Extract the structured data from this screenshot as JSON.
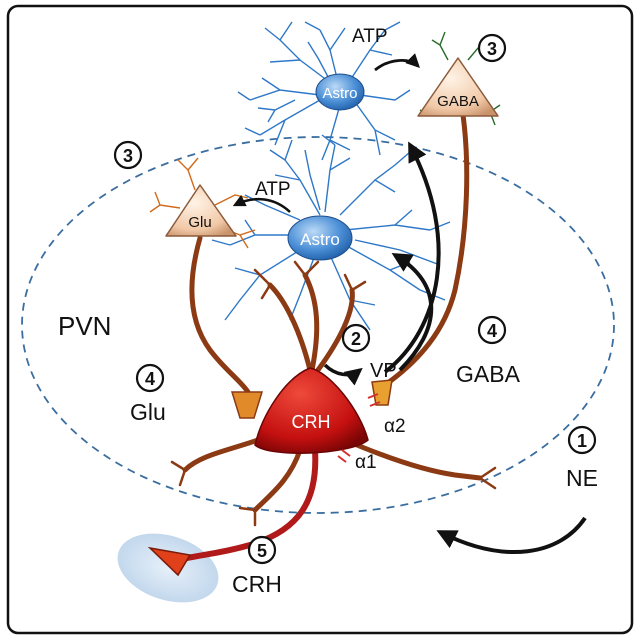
{
  "colors": {
    "border": "#111111",
    "ellipse": "#3a6ea0",
    "dendrite": "#8b3a14",
    "astro_branch": "#2e78c8",
    "astro_body": "#4b8fd6",
    "crh_body": "#c41010",
    "gaba_body": "#f3cfb4",
    "glu_body": "#f3cfb4",
    "terminal": "#e08a2a",
    "receptor": "#d43030",
    "arrow": "#111111",
    "axon_crh": "#b01a1a",
    "median_eminence": "#cfe0f0"
  },
  "labels": {
    "region": "PVN",
    "astro_top": "Astro",
    "astro_mid": "Astro",
    "gaba_cell": "GABA",
    "glu_cell": "Glu",
    "crh_cell": "CRH",
    "atp_top": "ATP",
    "atp_mid": "ATP",
    "vp": "VP",
    "gaba_label": "GABA",
    "glu_label": "Glu",
    "alpha2": "α2",
    "alpha1": "α1",
    "ne": "NE",
    "crh_release": "CRH"
  },
  "steps": {
    "s1": "1",
    "s2": "2",
    "s3_top": "3",
    "s3_left": "3",
    "s4_right": "4",
    "s4_left": "4",
    "s5": "5"
  }
}
